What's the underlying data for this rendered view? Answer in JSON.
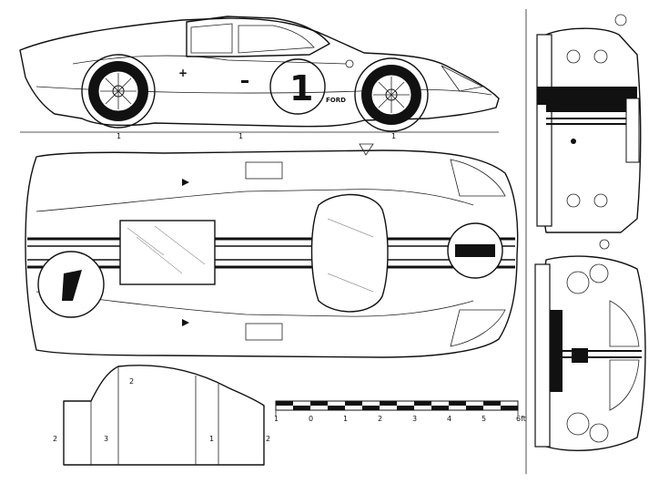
{
  "drawing": {
    "side_view": {
      "door_number": "1",
      "door_text": "FORD",
      "tick_labels": [
        "1",
        "1",
        "1"
      ]
    },
    "scale_bar": {
      "ticks": [
        "1",
        "0",
        "1",
        "2",
        "3",
        "4",
        "5",
        "6ft"
      ]
    },
    "section_labels": [
      "2",
      "2",
      "3",
      "1",
      "2"
    ]
  },
  "colors": {
    "ink": "#111111",
    "paper": "#ffffff"
  }
}
